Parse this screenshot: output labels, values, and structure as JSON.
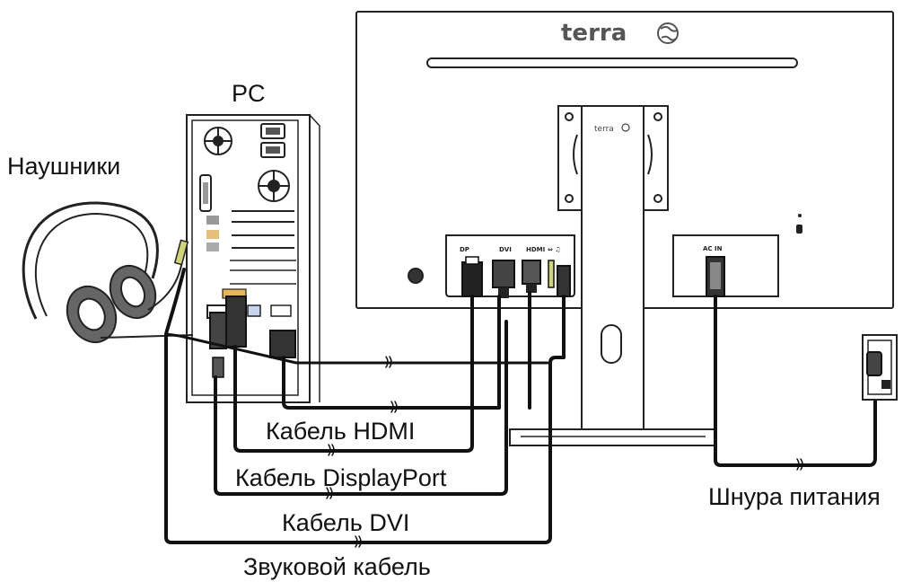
{
  "labels": {
    "pc": "PC",
    "headphones": "Наушники",
    "hdmi_cable": "Кабель HDMI",
    "displayport_cable": "Кабель DisplayPort",
    "dvi_cable": "Кабель DVI",
    "audio_cable": "Звуковой кабель",
    "power_cord": "Шнура питания"
  },
  "monitor": {
    "brand": "terra",
    "port_labels": [
      "DP",
      "DVI",
      "HDMI",
      "",
      "",
      "AC IN"
    ]
  }
}
